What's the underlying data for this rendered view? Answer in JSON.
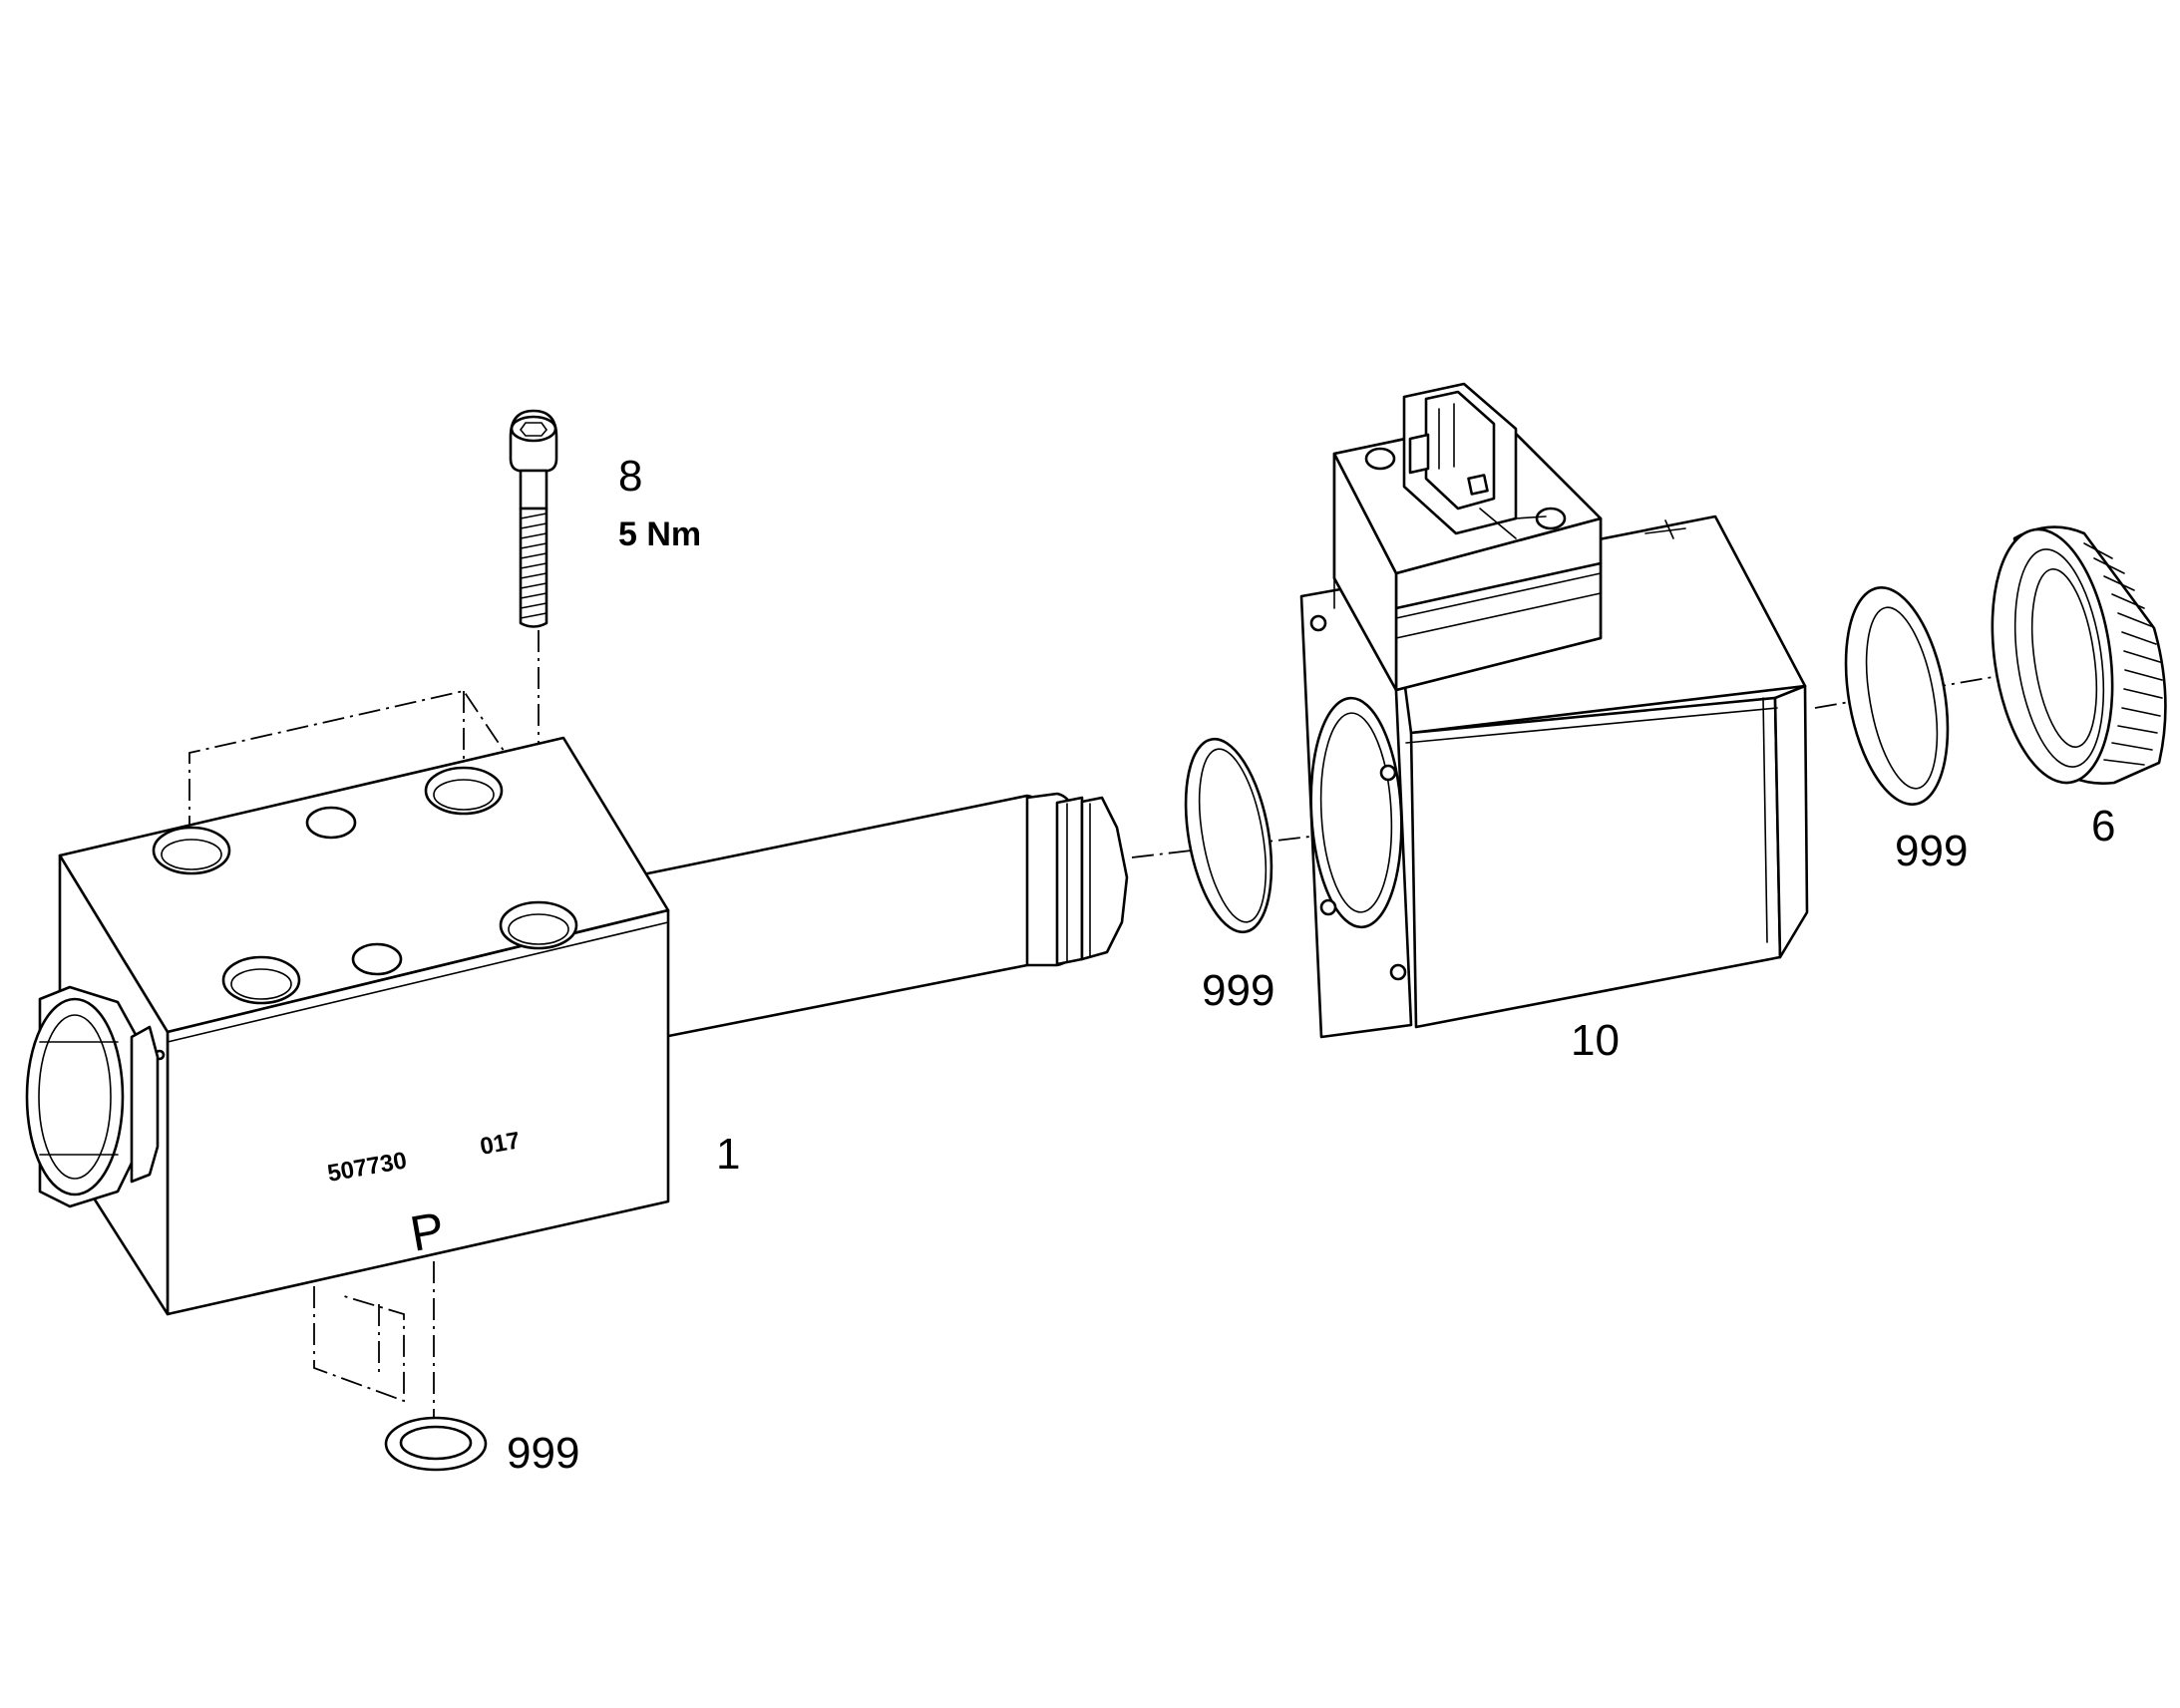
{
  "labels": {
    "part_1": "1",
    "part_6": "6",
    "part_8": "8",
    "torque_8": "5 Nm",
    "part_10": "10",
    "seal_left": "999",
    "seal_right": "999",
    "seal_bottom": "999"
  },
  "markings": {
    "part_number": "507730",
    "revision": "017",
    "port": "P"
  }
}
